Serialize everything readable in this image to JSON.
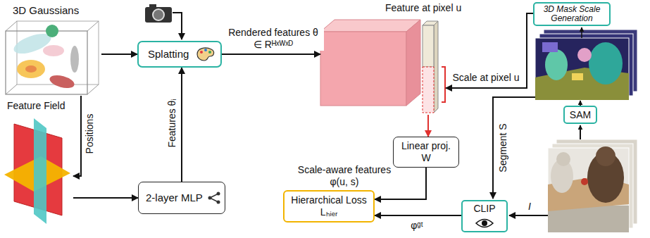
{
  "diagram": {
    "nodes": [
      {
        "text": [
          "3D Gaussians"
        ]
      },
      {
        "text": [
          "Splatting"
        ]
      },
      {
        "text": [
          "Feature at pixel u"
        ]
      },
      {
        "text": [
          "3D Mask Scale Generation"
        ]
      },
      {
        "text": [
          "Feature Field"
        ]
      },
      {
        "text": [
          "2-layer MLP"
        ]
      },
      {
        "text": [
          "Linear proj. W"
        ]
      },
      {
        "text": [
          "SAM"
        ]
      },
      {
        "text": [
          "Hierarchical Loss Lₕᵢₑᵣ"
        ]
      },
      {
        "text": [
          "CLIP"
        ]
      }
    ],
    "edges": [
      {
        "from": 0,
        "to": 1,
        "arrow": "to"
      },
      {
        "from": 0,
        "to": 4,
        "label": "Positions",
        "arrow": "to"
      },
      {
        "from": 4,
        "to": 5,
        "arrow": "to"
      },
      {
        "from": 5,
        "to": 1,
        "label": "Features θᵢ",
        "arrow": "to"
      },
      {
        "from": 1,
        "to": 2,
        "label": "Rendered features θ ∈ Rᴴˣᵂˣᴰ",
        "arrow": "to"
      },
      {
        "from": 2,
        "to": 6,
        "arrow": "to"
      },
      {
        "from": 3,
        "to": 2,
        "label": "Scale at pixel u",
        "arrow": "to"
      },
      {
        "from": 6,
        "to": 8,
        "label": "Scale-aware features φ(u, s)",
        "arrow": "to"
      },
      {
        "from": 9,
        "to": 8,
        "label": "φᵍᵗ",
        "arrow": "to"
      }
    ],
    "labels": [
      "Segment S",
      "I"
    ]
  }
}
